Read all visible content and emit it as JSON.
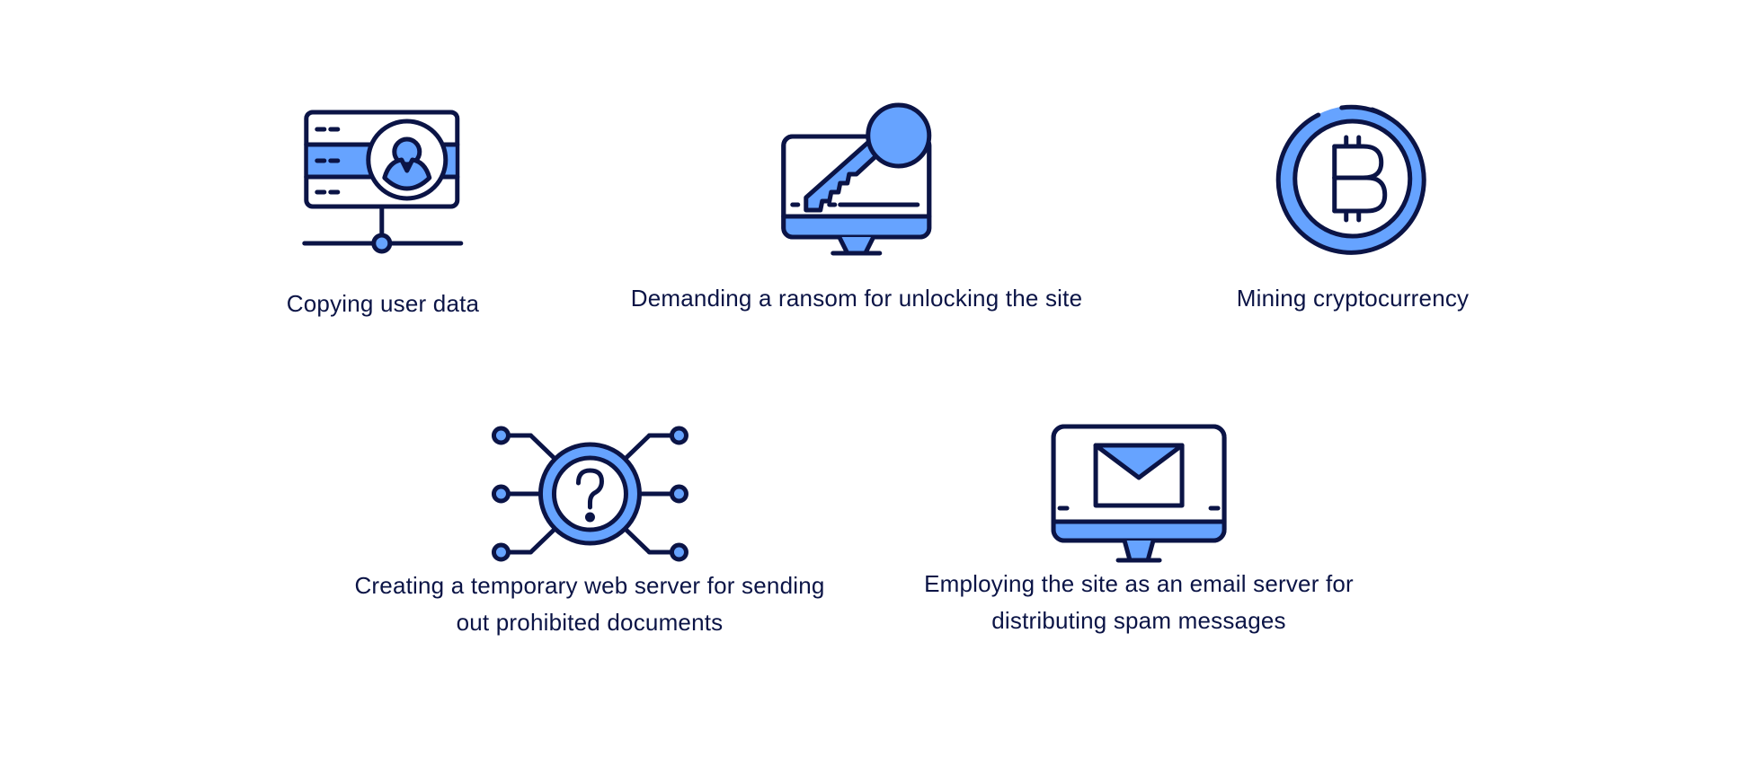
{
  "colors": {
    "stroke": "#0b1446",
    "accent": "#66a3ff",
    "background": "#ffffff"
  },
  "items": [
    {
      "icon": "user-database-icon",
      "label": "Copying user data"
    },
    {
      "icon": "key-monitor-icon",
      "label": "Demanding a ransom for unlocking the site"
    },
    {
      "icon": "bitcoin-icon",
      "label": "Mining cryptocurrency"
    },
    {
      "icon": "question-network-icon",
      "label_lines": [
        "Creating a temporary web server for sending",
        "out prohibited documents"
      ]
    },
    {
      "icon": "email-monitor-icon",
      "label_lines": [
        "Employing the site as an email server for",
        "distributing spam messages"
      ]
    }
  ]
}
